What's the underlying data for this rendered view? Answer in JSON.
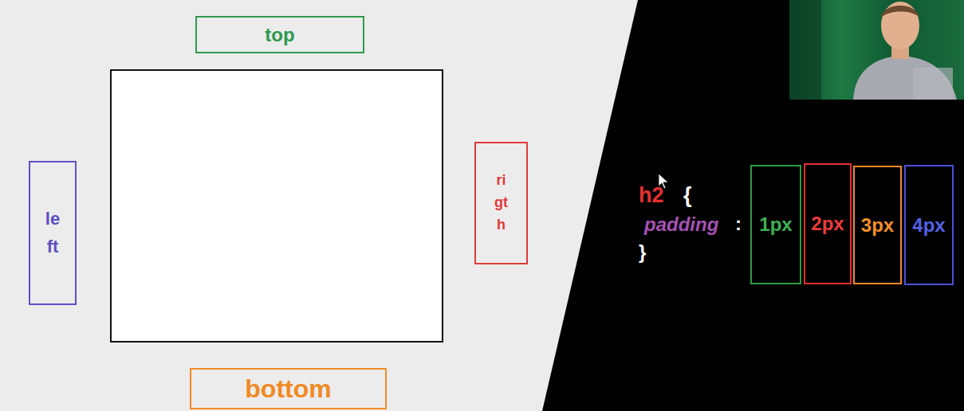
{
  "diagram": {
    "nodes": [
      {
        "text": [
          "top"
        ]
      },
      {
        "text": [
          "left"
        ]
      },
      {
        "text": [
          "rigth"
        ]
      },
      {
        "text": [
          "bottom"
        ]
      },
      {
        "text": [
          "1px"
        ]
      },
      {
        "text": [
          "2px"
        ]
      },
      {
        "text": [
          "3px"
        ]
      },
      {
        "text": [
          "4px"
        ]
      }
    ],
    "labels": [
      "h2",
      "{",
      "padding",
      ":",
      "}"
    ]
  }
}
